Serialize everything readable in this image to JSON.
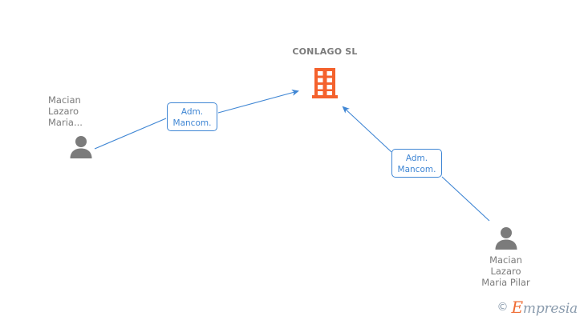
{
  "diagram": {
    "type": "company-relationship-graph",
    "background": "#ffffff",
    "company": {
      "name": "CONLAGO SL",
      "icon": "building-icon",
      "color": "#f4622d"
    },
    "persons": [
      {
        "id": "person-left",
        "name": "Macian\nLazaro\nMaria...",
        "icon": "person-avatar-icon",
        "color": "#7b7b7b"
      },
      {
        "id": "person-right",
        "name": "Macian\nLazaro\nMaria Pilar",
        "icon": "person-avatar-icon",
        "color": "#7b7b7b"
      }
    ],
    "relations": [
      {
        "id": "relation-left",
        "label": "Adm.\nMancom.",
        "from": "person-left",
        "to": "company",
        "color": "#3f86d4"
      },
      {
        "id": "relation-right",
        "label": "Adm.\nMancom.",
        "from": "person-right",
        "to": "company",
        "color": "#3f86d4"
      }
    ]
  },
  "watermark": {
    "copyright": "©",
    "brand_initial": "E",
    "brand_rest": "mpresia",
    "color": "#8a9bad",
    "accent": "#ef6c33"
  }
}
